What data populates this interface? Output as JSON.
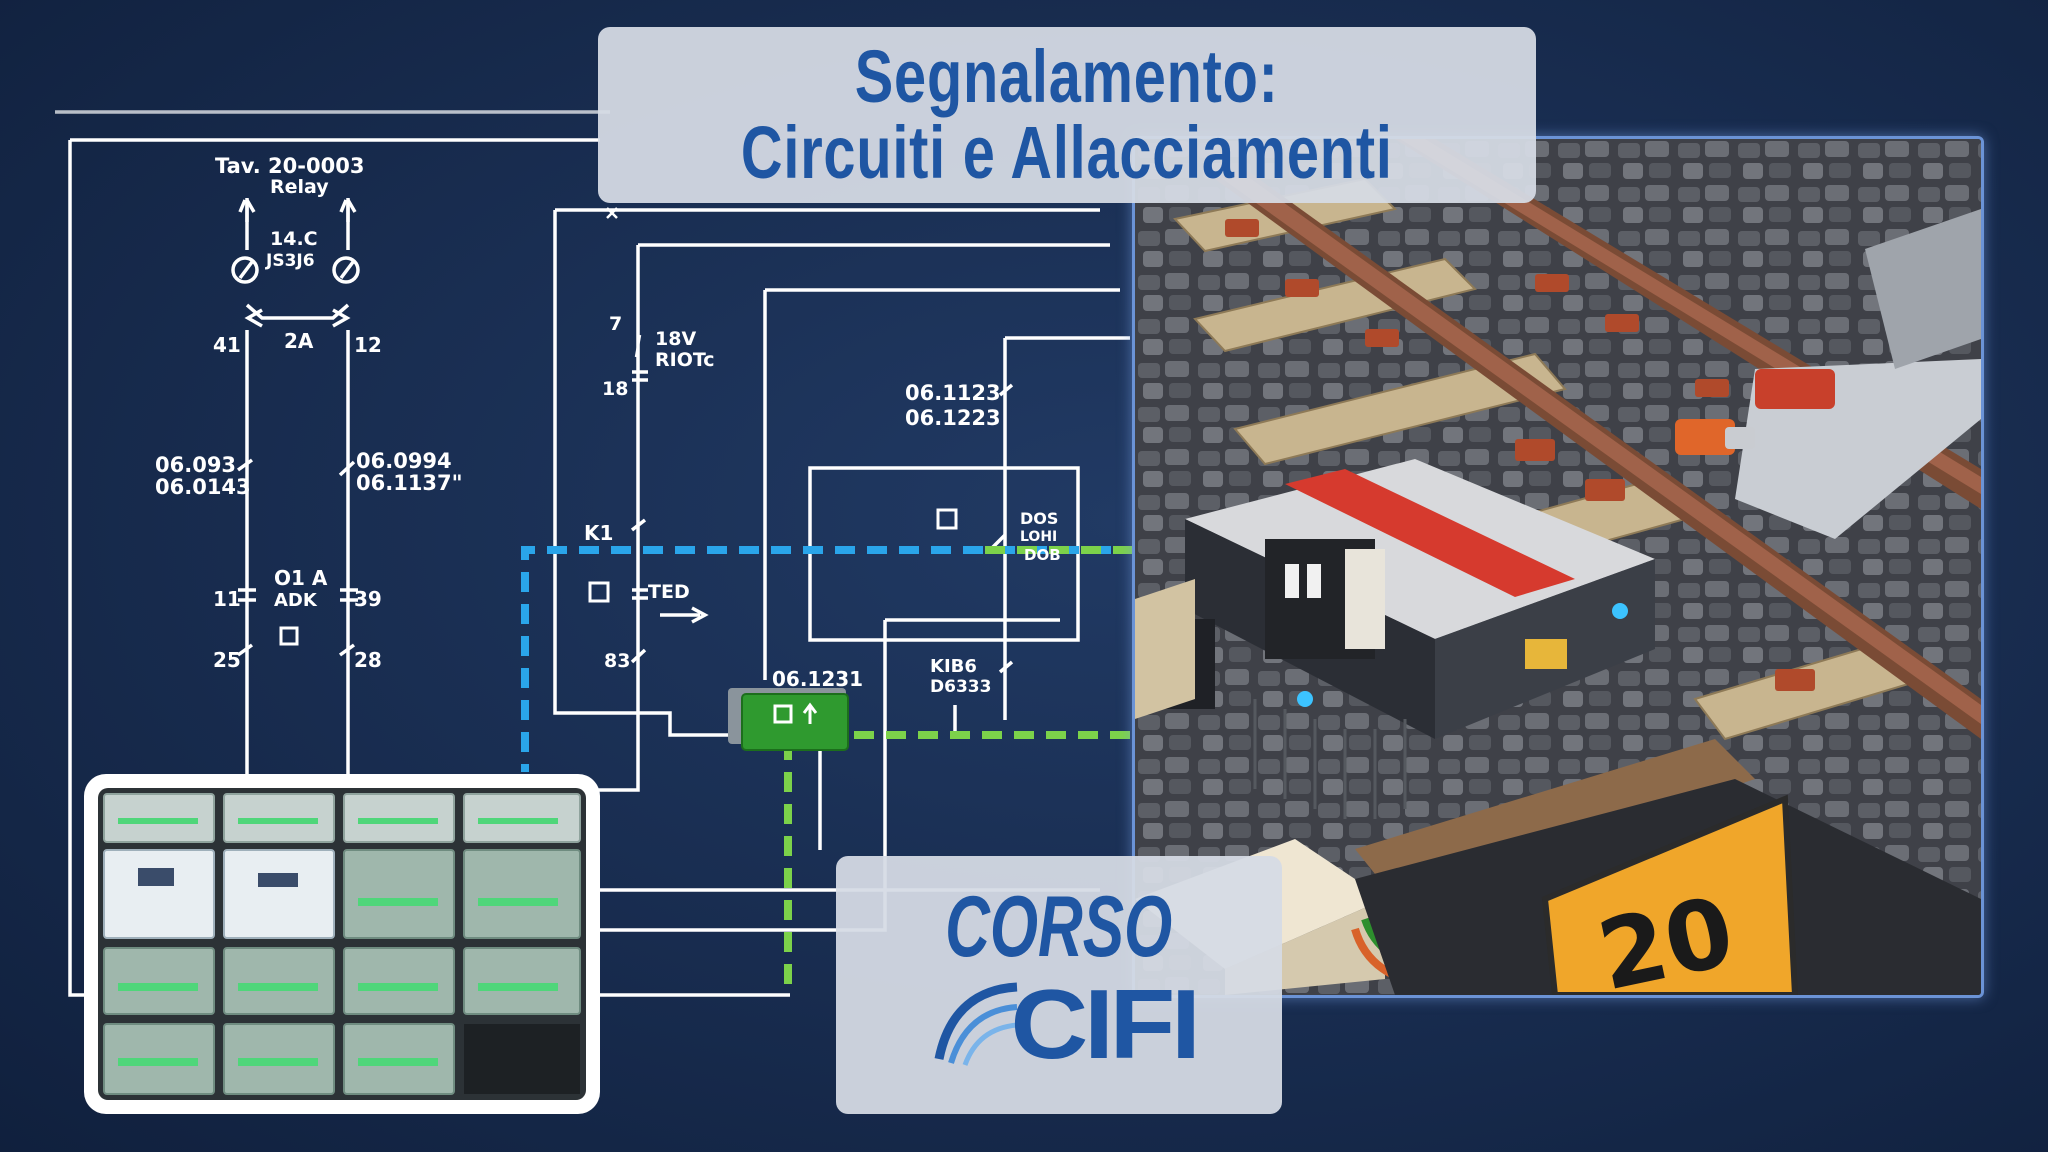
{
  "title": {
    "line1": "Segnalamento:",
    "line2": "Circuiti e Allacciamenti"
  },
  "course": {
    "word": "CORSO",
    "logo": "CIFI",
    "logo_icon": "cifi-track-logo-icon"
  },
  "schematic": {
    "drawing_title": "Tav. 20-0003",
    "drawing_subtitle": "Relay",
    "labels": {
      "contact_a": "14.C",
      "contact_b": "JS3J6",
      "t41": "41",
      "t2a": "2A",
      "t12": "12",
      "ref_left_1": "06.093",
      "ref_left_2": "06.0143",
      "ref_right_1": "06.0994",
      "ref_right_2": "06.1137\"",
      "t11": "11",
      "o1a": "O1 A",
      "adk": "ADK",
      "t39": "39",
      "t25": "25",
      "t28": "28",
      "n7": "7",
      "n18v": "18V",
      "riotc": "RIOTc",
      "n18": "18",
      "k1": "K1",
      "ted": "TED",
      "n83": "83",
      "ref_c1": "06.1123",
      "ref_c2": "06.1223",
      "dos": "DOS",
      "loh": "LOHI",
      "dob": "DOB",
      "ref_c3": "06.1231",
      "kib6": "KIB6",
      "d6333": "D6333"
    }
  },
  "track_scene": {
    "km_marker": "20"
  },
  "colors": {
    "background": "#182c4f",
    "title_text": "#1f56a3",
    "card_background": "#d6dbe4",
    "dashed_blue": "#2aa5ea",
    "dashed_green": "#7cd24a",
    "relay_green": "#2f9a2f",
    "panel_border": "#6b93d6",
    "marker_orange": "#f0a62a"
  }
}
